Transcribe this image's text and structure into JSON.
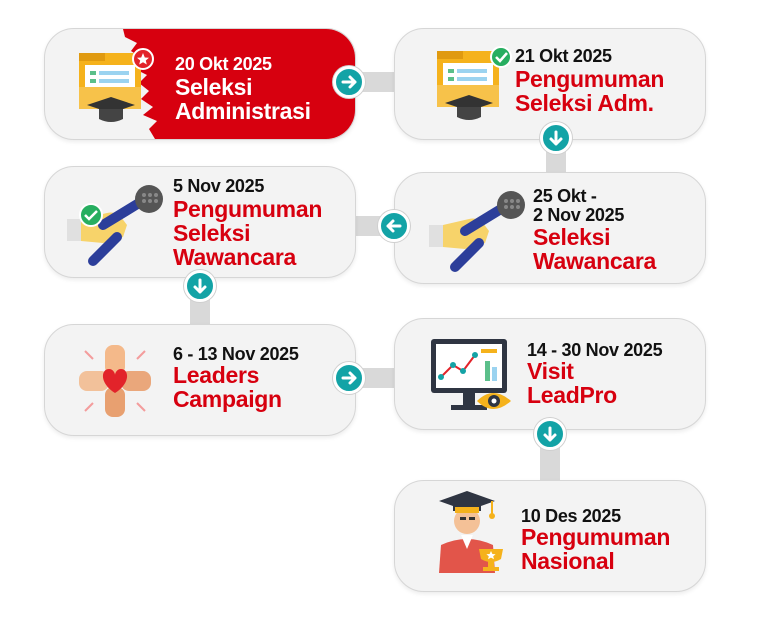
{
  "steps": [
    {
      "date": "20 Okt 2025",
      "title": "Seleksi\nAdministrasi"
    },
    {
      "date": "21 Okt 2025",
      "title": "Pengumuman\nSeleksi Adm."
    },
    {
      "date": "25 Okt -\n2 Nov 2025",
      "title": "Seleksi\nWawancara"
    },
    {
      "date": "5 Nov 2025",
      "title": "Pengumuman\nSeleksi\nWawancara"
    },
    {
      "date": "6 - 13 Nov 2025",
      "title": "Leaders\nCampaign"
    },
    {
      "date": "14 - 30 Nov 2025",
      "title": "Visit\nLeadPro"
    },
    {
      "date": "10 Des 2025",
      "title": "Pengumuman\nNasional"
    }
  ],
  "colors": {
    "accent_red": "#d7000f",
    "arrow_teal": "#13a3a6",
    "card_bg": "#f3f3f3",
    "connector_gray": "#d9d9d9"
  },
  "icons": {
    "step1": "folder-graduation-star-icon",
    "step2": "folder-graduation-check-icon",
    "step3": "hand-microphone-icon",
    "step4": "hand-microphone-check-icon",
    "step5": "hands-heart-icon",
    "step6": "monitor-chart-eye-icon",
    "step7": "graduate-trophy-icon"
  }
}
